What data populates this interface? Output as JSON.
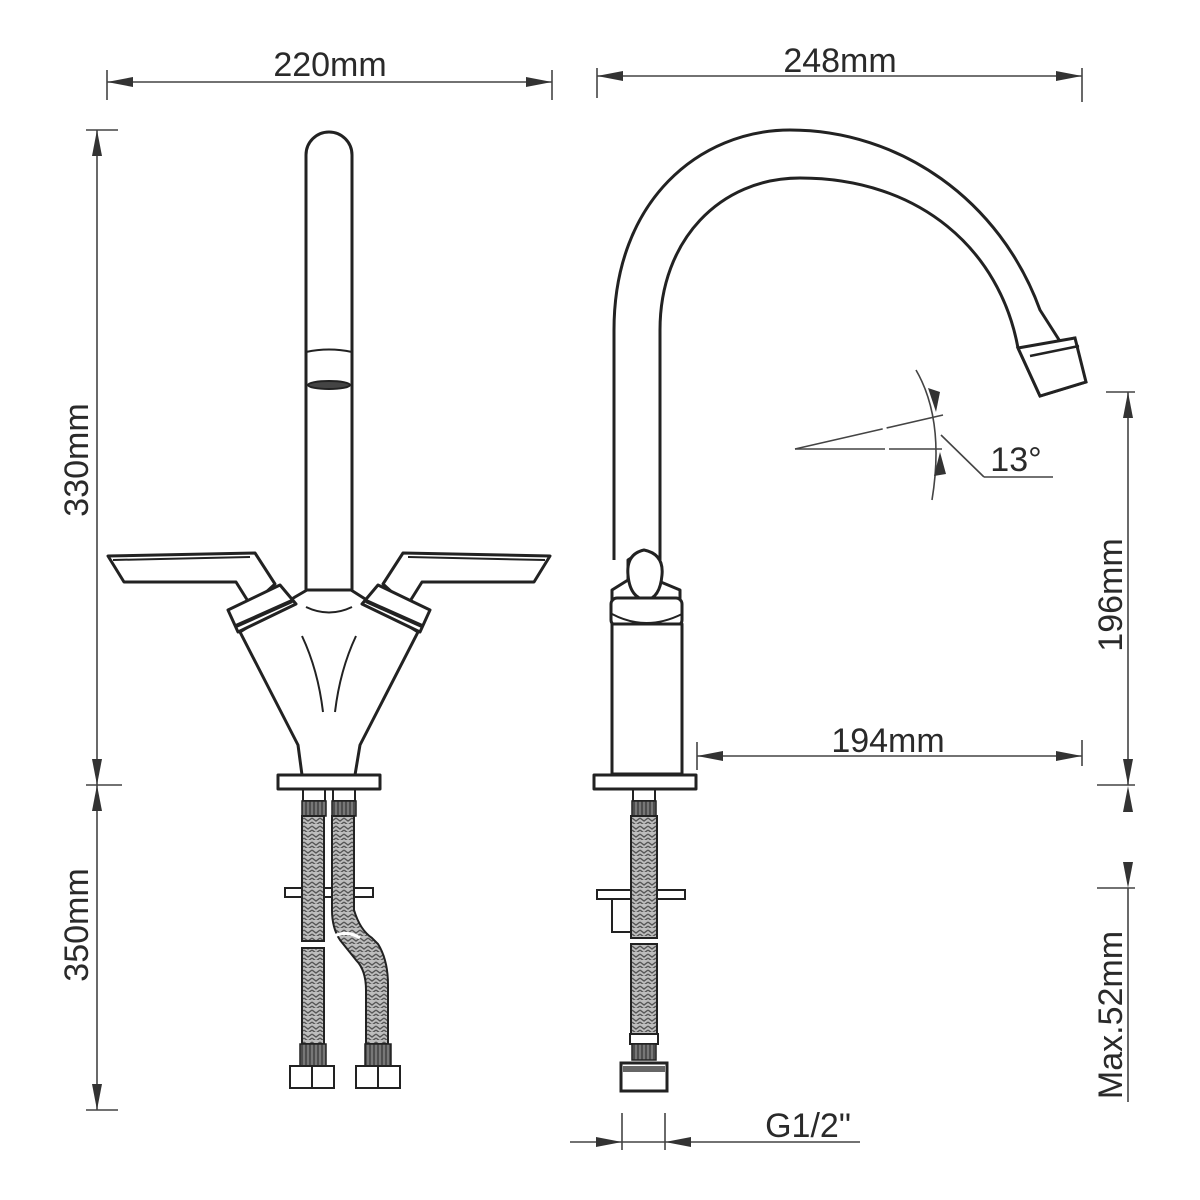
{
  "drawing": {
    "type": "technical dimension drawing",
    "subject": "dual-lever mixer tap with swivel spout and flexible hoses",
    "views": [
      "front-view",
      "side-view"
    ]
  },
  "front_view": {
    "width_label": "220mm",
    "height_label": "330mm",
    "hose_length_label": "350mm"
  },
  "side_view": {
    "width_label": "248mm",
    "spout_height_label": "196mm",
    "spout_reach_label": "194mm",
    "angle_label": "13°",
    "mounting_thickness_label": "Max.52mm",
    "thread_label": "G1/2\""
  },
  "colors": {
    "line": "#222222",
    "dimension_line": "#444444",
    "background": "#ffffff"
  }
}
